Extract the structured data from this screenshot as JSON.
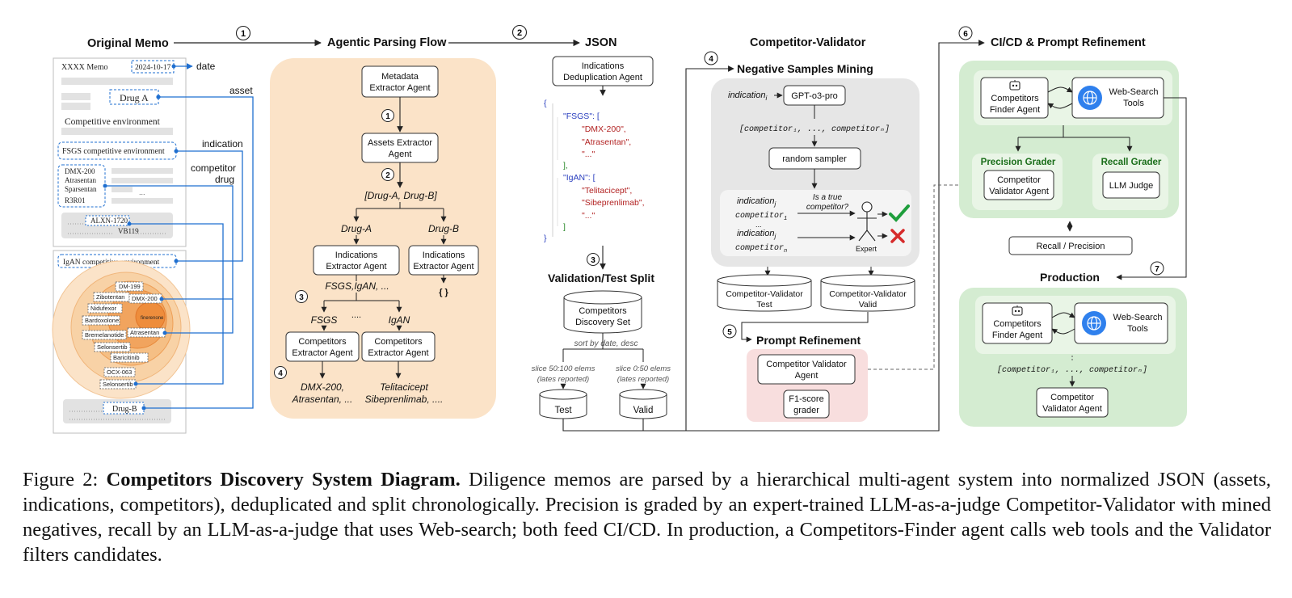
{
  "sections": {
    "original_memo": "Original Memo",
    "agentic_parsing_flow": "Agentic Parsing Flow",
    "json": "JSON",
    "competitor_validator": "Competitor-Validator",
    "cicd": "CI/CD & Prompt Refinement",
    "validation_test_split": "Validation/Test Split",
    "negative_samples_mining": "Negative Samples Mining",
    "prompt_refinement": "Prompt Refinement",
    "production": "Production"
  },
  "step_numbers": [
    "1",
    "2",
    "3",
    "4",
    "5",
    "6",
    "7"
  ],
  "memo": {
    "title": "XXXX Memo",
    "date_value": "2024-10-17",
    "date_label": "date",
    "drug_a": "Drug A",
    "asset_label": "asset",
    "competitive_env": "Competitive environment",
    "fsgs_env": "FSGS competitive environment",
    "indication_label": "indication",
    "competitor_drug_label_1": "competitor",
    "competitor_drug_label_2": "drug",
    "drug_list": [
      "DMX-200",
      "Atrasentan",
      "Sparsentan",
      "R3R01"
    ],
    "ellipsis": "...",
    "alxn": "ALXN-1720",
    "vb": "VB119",
    "igan_env": "IgAN competitive environment",
    "bubbles": [
      "DM-199",
      "Zibotentan",
      "DMX-200",
      "Nidufexor",
      "finerenone",
      "Bardoxolone",
      "Atrasentan",
      "Bremelanotide",
      "Selonsertib",
      "Baricitinib",
      "OCX-063",
      "Selonsertib"
    ],
    "drug_b": "Drug-B"
  },
  "parsing": {
    "metadata_agent": [
      "Metadata",
      "Extractor Agent"
    ],
    "assets_agent": [
      "Assets Extractor",
      "Agent"
    ],
    "drug_list": "[Drug-A, Drug-B]",
    "drug_a": "Drug-A",
    "drug_b": "Drug-B",
    "indications_agent": [
      "Indications",
      "Extractor Agent"
    ],
    "indications_result": "FSGS,IgAN, ...",
    "empty_result": "{ }",
    "fsgs": "FSGS",
    "dots": "....",
    "igan": "IgAN",
    "competitors_agent": [
      "Competitors",
      "Extractor Agent"
    ],
    "result_a": [
      "DMX-200,",
      "Atrasentan, ..."
    ],
    "result_b": [
      "Telitacicept",
      "Sibeprenlimab, ...."
    ]
  },
  "json_block": {
    "dedup_agent": [
      "Indications",
      "Deduplication Agent"
    ],
    "lines": [
      "{",
      "\"FSGS\": [",
      "\"DMX-200\",",
      "\"Atrasentan\",",
      "\"...\"",
      "],",
      "\"IgAN\": [",
      "\"Telitacicept\",",
      "\"Sibeprenlimab\",",
      "\"...\"",
      "]",
      "}"
    ]
  },
  "split": {
    "discovery_set": [
      "Competitors",
      "Discovery Set"
    ],
    "sort_label": "sort by date, desc",
    "test_slice": [
      "slice 50:100 elems",
      "(lates reported)"
    ],
    "valid_slice": [
      "slice 0:50 elems",
      "(lates reported)"
    ],
    "test": "Test",
    "valid": "Valid"
  },
  "validator": {
    "indication_i": "indication",
    "indication_sub": "i",
    "gpt": "GPT-o3-pro",
    "competitor_list": "[competitor₁, ..., competitorₙ]",
    "random_sampler": "random sampler",
    "indication_j": "indication",
    "indication_j_sub": "j",
    "competitor_1": "competitor",
    "competitor_1_sub": "1",
    "competitor_n": "competitor",
    "competitor_n_sub": "n",
    "question": [
      "Is a true",
      "competitor?"
    ],
    "expert": "Expert",
    "cv_test": [
      "Competitor-Validator",
      "Test"
    ],
    "cv_valid": [
      "Competitor-Validator",
      "Valid"
    ],
    "prompt_validator": [
      "Competitor Validator",
      "Agent"
    ],
    "f1_grader": [
      "F1-score",
      "grader"
    ]
  },
  "cicd_block": {
    "finder_agent": [
      "Competitors",
      "Finder Agent"
    ],
    "web_tools": [
      "Web-Search",
      "Tools"
    ],
    "precision_grader": "Precision Grader",
    "recall_grader": "Recall Grader",
    "validator_agent": [
      "Competitor",
      "Validator Agent"
    ],
    "llm_judge": "LLM Judge",
    "recall_precision": "Recall / Precision"
  },
  "production_block": {
    "finder_agent": [
      "Competitors",
      "Finder Agent"
    ],
    "web_tools": [
      "Web-Search",
      "Tools"
    ],
    "competitor_list": "[competitor₁, ..., competitorₙ]",
    "validator_agent": [
      "Competitor",
      "Validator Agent"
    ]
  },
  "caption": {
    "prefix": "Figure 2:",
    "title": "Competitors Discovery System Diagram.",
    "body": "Diligence memos are parsed by a hierarchical multi-agent system into normalized JSON (assets, indications, competitors), deduplicated and split chronologically. Precision is graded by an expert-trained LLM-as-a-judge Competitor-Validator with mined negatives, recall by an LLM-as-a-judge that uses Web-search; both feed CI/CD. In production, a Competitors-Finder agent calls web tools and the Validator filters candidates."
  },
  "colors": {
    "parsing_bg": "#fbe3c8",
    "validator_gray": "#e6e6e6",
    "prompt_pink": "#f8dede",
    "green_outer": "#d4ecd1",
    "green_inner": "#e9f5e6",
    "link_blue": "#1f6fd0",
    "grader_green": "#1a6e1a",
    "check_green": "#1e9e3c",
    "cross_red": "#d62b2b",
    "json_green": "#2e8b2e",
    "json_red": "#b22222",
    "json_blue": "#2a3fbf"
  }
}
